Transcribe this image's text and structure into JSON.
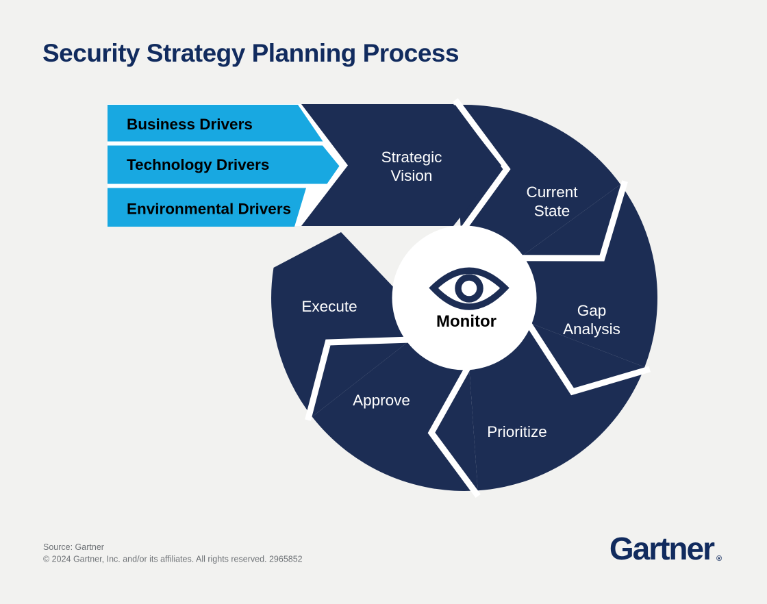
{
  "title": "Security Strategy Planning Process",
  "drivers": [
    {
      "label": "Business Drivers"
    },
    {
      "label": "Technology Drivers"
    },
    {
      "label": "Environmental Drivers"
    }
  ],
  "process": {
    "entry": {
      "label": "Strategic Vision",
      "lines": [
        "Strategic",
        "Vision"
      ]
    },
    "cycle": [
      {
        "label": "Current State",
        "lines": [
          "Current",
          "State"
        ]
      },
      {
        "label": "Gap Analysis",
        "lines": [
          "Gap",
          "Analysis"
        ]
      },
      {
        "label": "Prioritize",
        "lines": [
          "Prioritize"
        ]
      },
      {
        "label": "Approve",
        "lines": [
          "Approve"
        ]
      },
      {
        "label": "Execute",
        "lines": [
          "Execute"
        ]
      }
    ],
    "hub": {
      "icon": "eye-icon",
      "label": "Monitor"
    }
  },
  "footer": {
    "source": "Source: Gartner",
    "copyright": "© 2024 Gartner, Inc. and/or its affiliates. All rights reserved. 2965852"
  },
  "brand": {
    "logo_text": "Gartner",
    "registered_mark": "®"
  },
  "colors": {
    "background": "#F2F2F0",
    "navy": "#1C2D54",
    "title_navy": "#112B5E",
    "light_blue": "#18A8E1",
    "divider_white": "#FFFFFF",
    "text_black": "#000000",
    "footer_gray": "#6E7276"
  }
}
